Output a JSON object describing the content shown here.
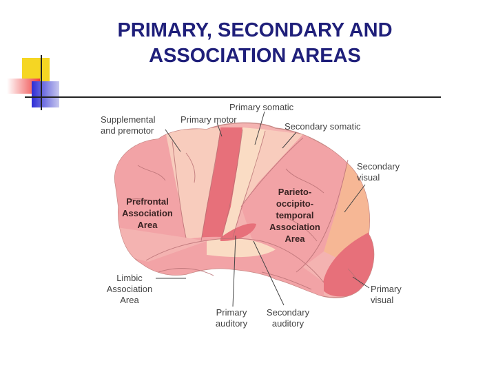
{
  "slide": {
    "title_line1": "PRIMARY, SECONDARY AND",
    "title_line2": "ASSOCIATION AREAS"
  },
  "colors": {
    "title": "#1f1f7a",
    "deco_yellow": "#f5d623",
    "deco_red": "#ee3d3d",
    "deco_blue": "#2d2dd6",
    "cortex_light": "#f8ccbd",
    "cortex_pink": "#f2a3a6",
    "cortex_primary": "#e7707a",
    "cortex_pale": "#fadcc4",
    "secondary_visual": "#f6b795"
  },
  "labels": {
    "supplemental_line1": "Supplemental",
    "supplemental_line2": "and premotor",
    "primary_motor": "Primary motor",
    "primary_somatic": "Primary somatic",
    "secondary_somatic": "Secondary somatic",
    "secondary_visual_line1": "Secondary",
    "secondary_visual_line2": "visual",
    "prefrontal_line1": "Prefrontal",
    "prefrontal_line2": "Association",
    "prefrontal_line3": "Area",
    "parieto_line1": "Parieto-",
    "parieto_line2": "occipito-",
    "parieto_line3": "temporal",
    "parieto_line4": "Association",
    "parieto_line5": "Area",
    "limbic_line1": "Limbic",
    "limbic_line2": "Association",
    "limbic_line3": "Area",
    "primary_auditory_line1": "Primary",
    "primary_auditory_line2": "auditory",
    "secondary_auditory_line1": "Secondary",
    "secondary_auditory_line2": "auditory",
    "primary_visual_line1": "Primary",
    "primary_visual_line2": "visual"
  }
}
